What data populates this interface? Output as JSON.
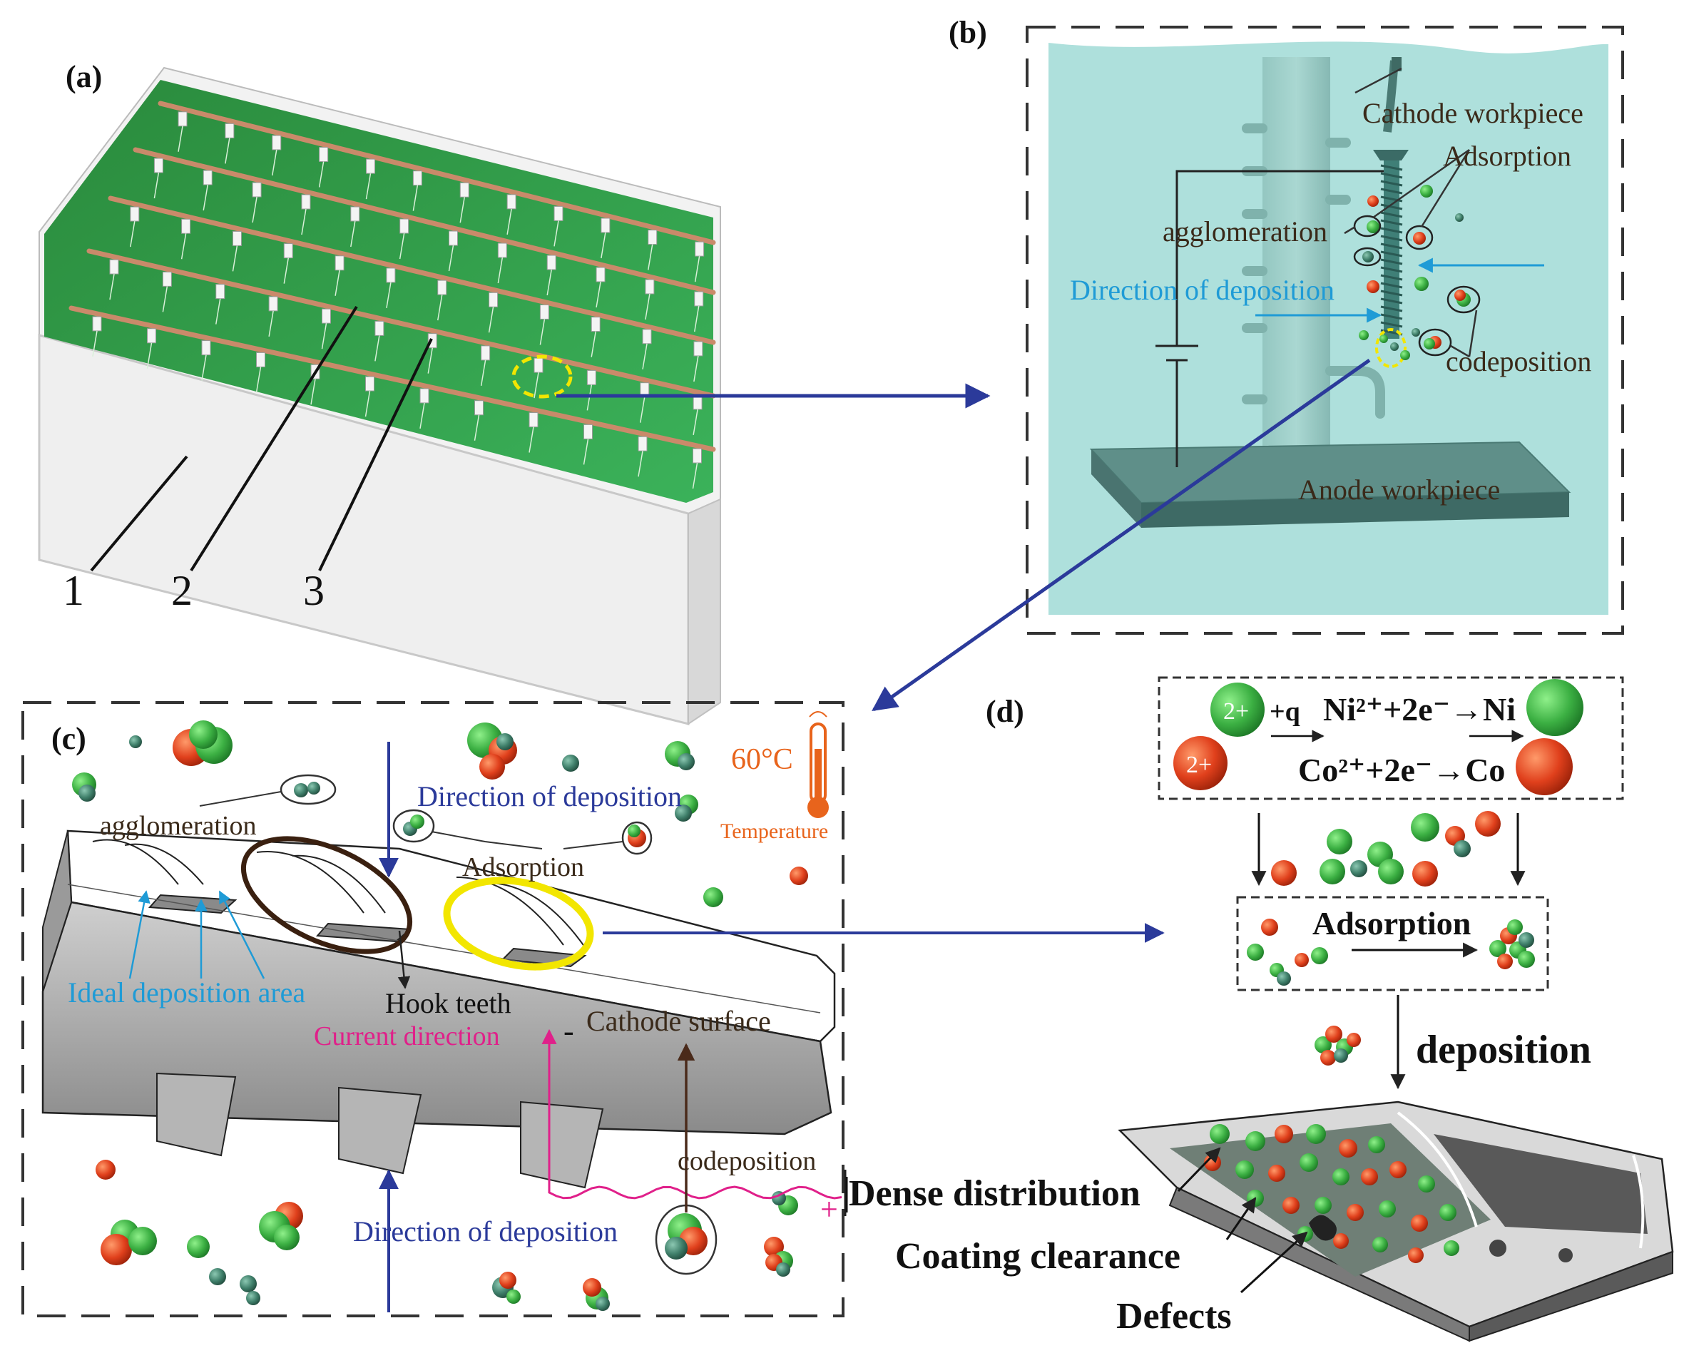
{
  "panel_a": {
    "label": "(a)",
    "callouts": [
      "1",
      "2",
      "3"
    ]
  },
  "panel_b": {
    "label": "(b)",
    "cathode_workpiece": "Cathode workpiece",
    "adsorption": "Adsorption",
    "agglomeration": "agglomeration",
    "direction_of_deposition": "Direction of deposition",
    "codeposition": "codeposition",
    "anode_workpiece": "Anode workpiece"
  },
  "panel_c": {
    "label": "(c)",
    "agglomeration": "agglomeration",
    "direction_of_deposition_top": "Direction of deposition",
    "temperature_value": "60°C",
    "temperature_label": "Temperature",
    "adsorption": "Adsorption",
    "ideal_deposition_area": "Ideal deposition  area",
    "hook_teeth": "Hook teeth",
    "current_direction": "Current direction",
    "minus": "-",
    "cathode_surface": "Cathode surface",
    "codeposition": "codeposition",
    "plus": "+",
    "direction_of_deposition_bottom": "Direction of deposition"
  },
  "panel_d": {
    "label": "(d)",
    "ion_charge_green": "2+",
    "ion_charge_red": "2+",
    "plus_q": "+q",
    "ni_reaction": "Ni²⁺+2e⁻→Ni",
    "co_reaction": "Co²⁺+2e⁻→Co",
    "adsorption": "Adsorption",
    "deposition": "deposition",
    "dense_distribution": "Dense distribution",
    "coating_clearance": "Coating clearance",
    "defects": "Defects"
  },
  "colors": {
    "green_particle": "#3cb043",
    "red_particle": "#e0401c",
    "teal_particle": "#3f7f6a",
    "electrolyte": "#aee0dc",
    "tank_green": "#2e9b45",
    "arrow_navy": "#2b3a9a",
    "arrow_blue": "#1f9bd6",
    "highlight_yellow": "#f2e600",
    "current_magenta": "#e0208a",
    "thermo_orange": "#e8641c"
  }
}
